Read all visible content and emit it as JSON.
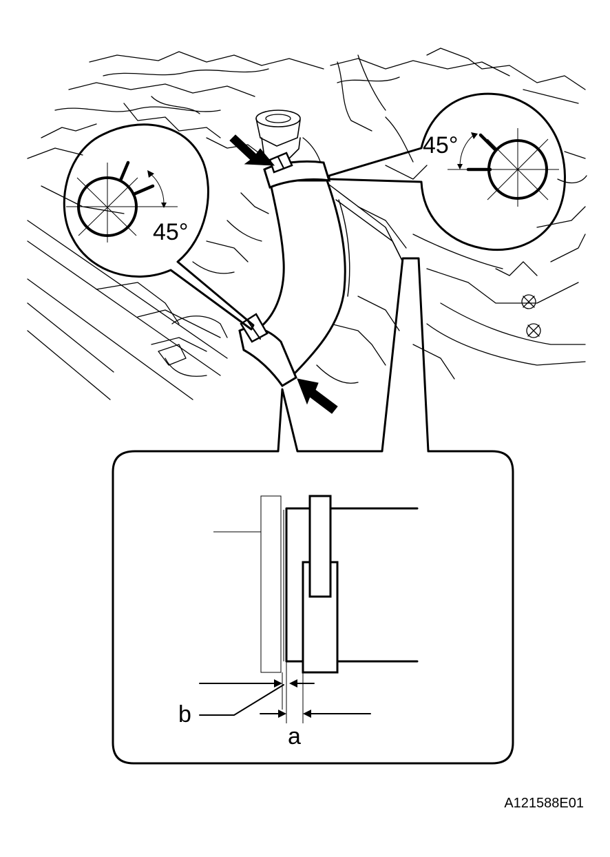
{
  "labels": {
    "angle_left": "45°",
    "angle_right": "45°",
    "dim_a": "a",
    "dim_b": "b",
    "figure_id": "A121588E01"
  }
}
